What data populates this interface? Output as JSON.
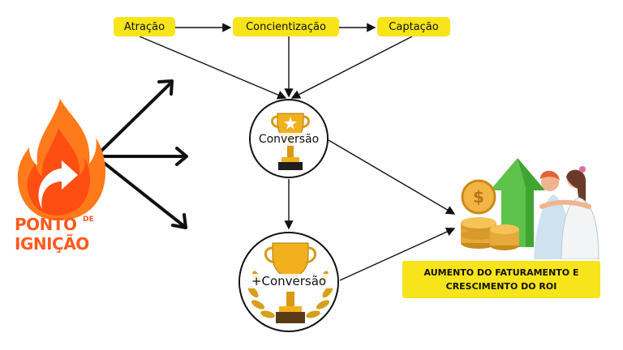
{
  "nodes": {
    "atracao": "Atração",
    "concientizacao": "Concientização",
    "captacao": "Captação",
    "conversao": "Conversão",
    "mais_conversao": "+Conversão"
  },
  "result": {
    "line1": "AUMENTO DO FATURAMENTO E",
    "line2": "CRESCIMENTO DO ROI"
  },
  "brand": {
    "word1": "PONTO",
    "word_de": "DE",
    "word2": "IGNIÇÃO"
  },
  "colors": {
    "highlight": "#f7e41b",
    "brand": "#ff5a1f",
    "arrow": "#111111"
  },
  "icons": [
    "flame-logo-icon",
    "trophy-icon",
    "laurel-trophy-icon",
    "coins-growth-icon"
  ]
}
